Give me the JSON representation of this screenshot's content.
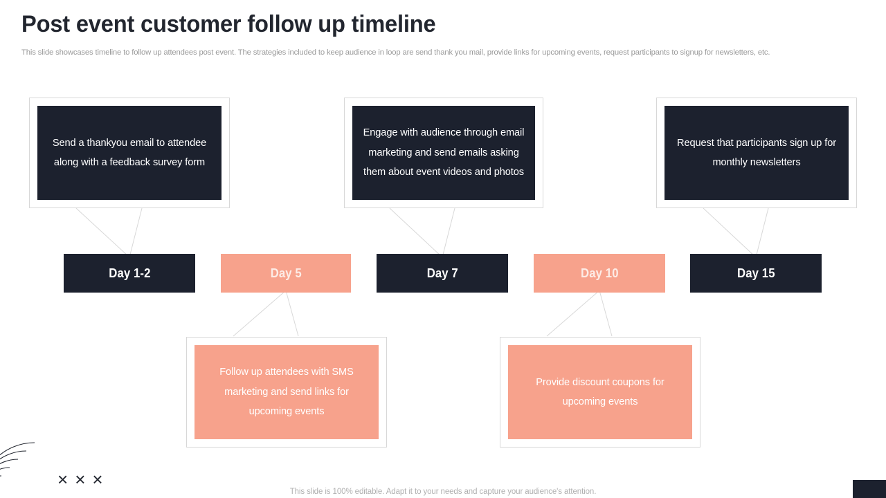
{
  "slide": {
    "title": "Post event customer follow up timeline",
    "subtitle": "This slide showcases timeline to follow up attendees post event. The strategies included to keep audience in loop are send thank you mail, provide links for upcoming events, request participants to signup for newsletters, etc.",
    "footer_note": "This slide is 100% editable. Adapt it to your needs and capture your audience's attention."
  },
  "colors": {
    "dark": "#1c212e",
    "salmon": "#f7a28c",
    "frame_border": "#d8d8d8",
    "subtitle_gray": "#9a9a9a",
    "footer_gray": "#b0b0b0",
    "page_background": "#ffffff"
  },
  "timeline": {
    "milestones": [
      {
        "day_label": "Day 1-2",
        "day_style": "dark",
        "callout_position": "above",
        "callout_style": "dark",
        "callout_text": "Send a thankyou email to attendee along with a feedback survey form"
      },
      {
        "day_label": "Day 5",
        "day_style": "salmon",
        "callout_position": "below",
        "callout_style": "salmon",
        "callout_text": "Follow up attendees with SMS marketing and send links for upcoming events"
      },
      {
        "day_label": "Day 7",
        "day_style": "dark",
        "callout_position": "above",
        "callout_style": "dark",
        "callout_text": "Engage with audience through email marketing and send emails asking them about event videos and photos"
      },
      {
        "day_label": "Day 10",
        "day_style": "salmon",
        "callout_position": "below",
        "callout_style": "salmon",
        "callout_text": "Provide discount coupons for upcoming events"
      },
      {
        "day_label": "Day 15",
        "day_style": "dark",
        "callout_position": "above",
        "callout_style": "dark",
        "callout_text": "Request that participants sign up for monthly newsletters"
      }
    ]
  },
  "decorations": {
    "x_marks": [
      "×",
      "×",
      "×"
    ],
    "arc_count": 5
  }
}
